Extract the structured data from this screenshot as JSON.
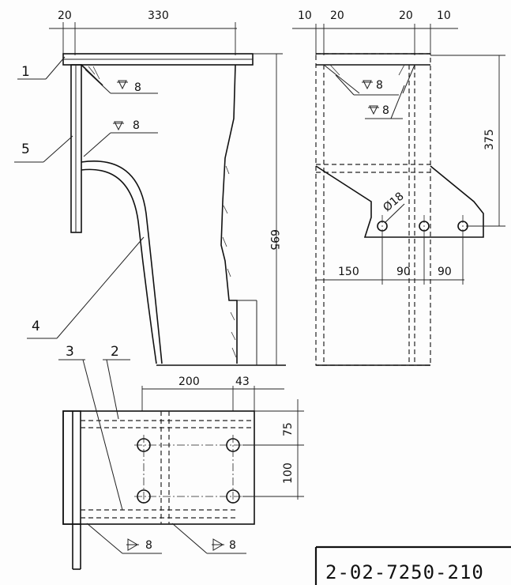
{
  "drawing_number": "2-02-7250-210",
  "part_labels": [
    "1",
    "2",
    "3",
    "4",
    "5"
  ],
  "front_view": {
    "dims": {
      "top_left": "20",
      "top_width": "330",
      "height": "695"
    },
    "weld_1": "8",
    "weld_2": "8"
  },
  "side_view": {
    "dims": {
      "t1": "10",
      "t2": "20",
      "t3": "20",
      "t4": "10",
      "height": "375",
      "hole": "Ø18",
      "h1": "150",
      "h2": "90",
      "h3": "90"
    },
    "weld_1": "8",
    "weld_2": "8"
  },
  "plan_view": {
    "dims": {
      "width": "200",
      "offset": "43",
      "v1": "75",
      "v2": "100"
    },
    "weld_1": "8",
    "weld_2": "8"
  }
}
